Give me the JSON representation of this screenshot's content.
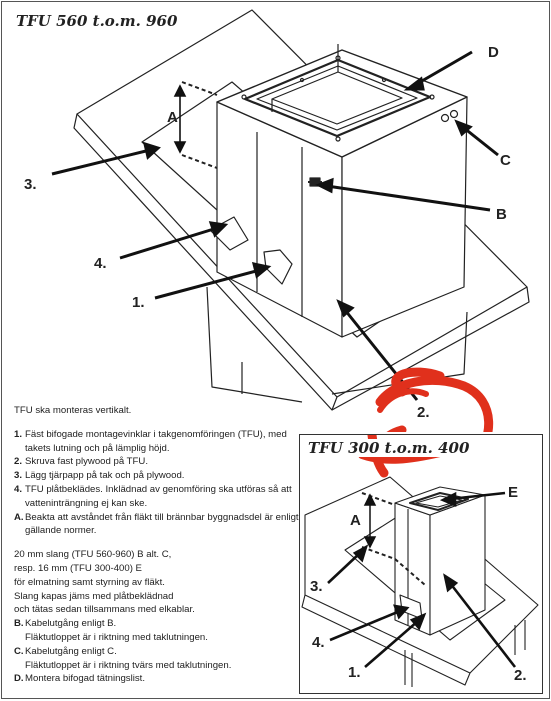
{
  "main_title": "TFU 560 t.o.m. 960",
  "inset_title": "TFU 300 t.o.m. 400",
  "callouts_main": {
    "A": "A",
    "B": "B",
    "C": "C",
    "D": "D",
    "s1": "1.",
    "s2": "2.",
    "s3": "3.",
    "s4": "4."
  },
  "callouts_inset": {
    "A": "A",
    "E": "E",
    "s1": "1.",
    "s2": "2.",
    "s3": "3.",
    "s4": "4."
  },
  "instructions": {
    "intro": "TFU ska monteras vertikalt.",
    "steps": [
      {
        "num": "1.",
        "text": "Fäst bifogade montagevinklar i takgenomföringen (TFU), med takets lutning och på lämplig höjd."
      },
      {
        "num": "2.",
        "text": "Skruva fast plywood på TFU."
      },
      {
        "num": "3.",
        "text": "Lägg tjärpapp på tak och på plywood."
      },
      {
        "num": "4.",
        "text": "TFU plåtbeklädes. Inklädnad av genomföring ska utföras så att vatteninträngning ej kan ske."
      },
      {
        "num": "A.",
        "text": "Beakta att avståndet från fläkt till brännbar byggnadsdel är enligt gällande normer."
      }
    ],
    "hose_lines": [
      "20 mm slang (TFU 560-960) B alt. C,",
      "resp. 16 mm (TFU 300-400) E",
      "för elmatning samt styrning av fläkt.",
      "Slang kapas jäms med plåtbeklädnad",
      "och tätas sedan tillsammans med elkablar."
    ],
    "notes": [
      {
        "num": "B.",
        "line1": "Kabelutgång enligt B.",
        "line2": "Fläktutloppet är i riktning med taklutningen."
      },
      {
        "num": "C.",
        "line1": "Kabelutgång enligt C.",
        "line2": "Fläktutloppet är i riktning tvärs med taklutningen."
      },
      {
        "num": "D.",
        "line1": "Montera bifogad tätningslist.",
        "line2": ""
      }
    ]
  },
  "colors": {
    "ink": "#111111",
    "annotation_red": "#e0301c"
  }
}
